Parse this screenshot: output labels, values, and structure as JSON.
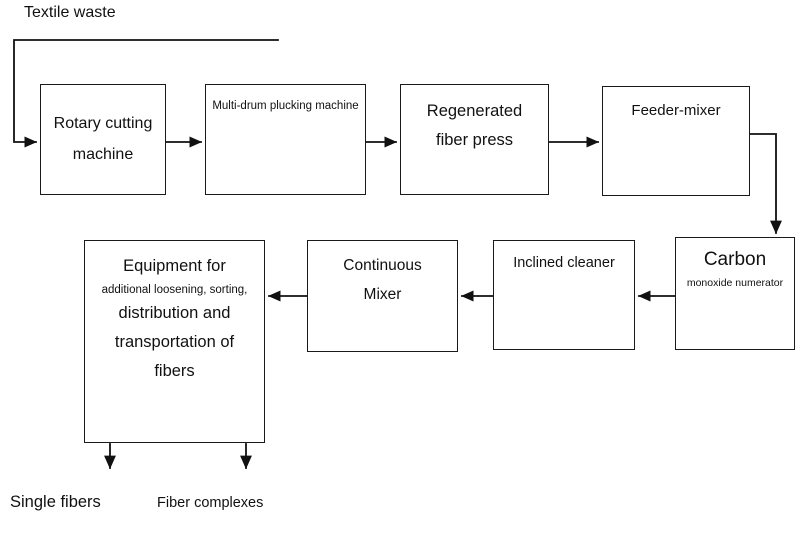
{
  "diagram": {
    "title_label": "Textile waste",
    "stroke_color": "#1a1a1a",
    "background_color": "#ffffff",
    "boxes": {
      "rotary_cutting_machine": {
        "line1": "Rotary cutting",
        "line2": "machine"
      },
      "multi_drum_plucking_machine": {
        "line1": "Multi-drum plucking machine"
      },
      "regenerated_fiber_press": {
        "line1": "Regenerated",
        "line2": "fiber press"
      },
      "feeder_mixer": {
        "line1": "Feeder-mixer"
      },
      "carbon_monoxide_numerator": {
        "line1": "Carbon",
        "line2": "monoxide numerator"
      },
      "inclined_cleaner": {
        "line1": "Inclined cleaner"
      },
      "continuous_mixer": {
        "line1": "Continuous",
        "line2": "Mixer"
      },
      "equipment_for_fibers": {
        "line1": "Equipment for",
        "line2": "additional loosening, sorting,",
        "line3": "distribution and",
        "line4": "transportation of",
        "line5": "fibers"
      }
    },
    "outputs": {
      "left_label": "Single fibers",
      "right_label": "Fiber complexes"
    },
    "flow_sequence": [
      "Textile waste",
      "Rotary cutting machine",
      "Multi-drum plucking machine",
      "Regenerated fiber press",
      "Feeder-mixer",
      "Carbon monoxide numerator",
      "Inclined cleaner",
      "Continuous Mixer",
      "Equipment for additional loosening, sorting, distribution and transportation of fibers",
      "Single fibers / Fiber complexes"
    ]
  }
}
